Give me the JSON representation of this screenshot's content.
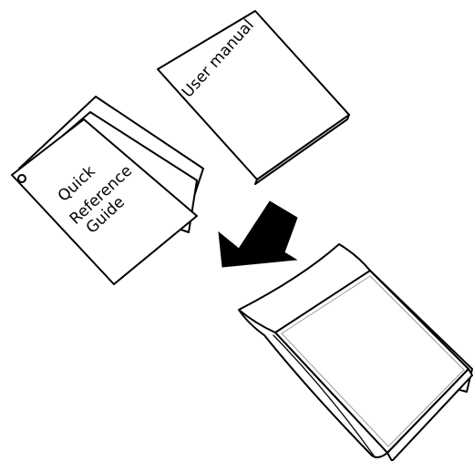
{
  "user_manual": {
    "title": "User manual"
  },
  "quick_reference_guide": {
    "line1": "Quick",
    "line2": "Reference",
    "line3": "Guide"
  },
  "colors": {
    "ink": "#000000",
    "paper": "#ffffff",
    "pocket_inner": "#9a9a9a"
  },
  "icons": {
    "arrow": "arrow-down-left-icon",
    "ring": "binder-ring-icon"
  }
}
